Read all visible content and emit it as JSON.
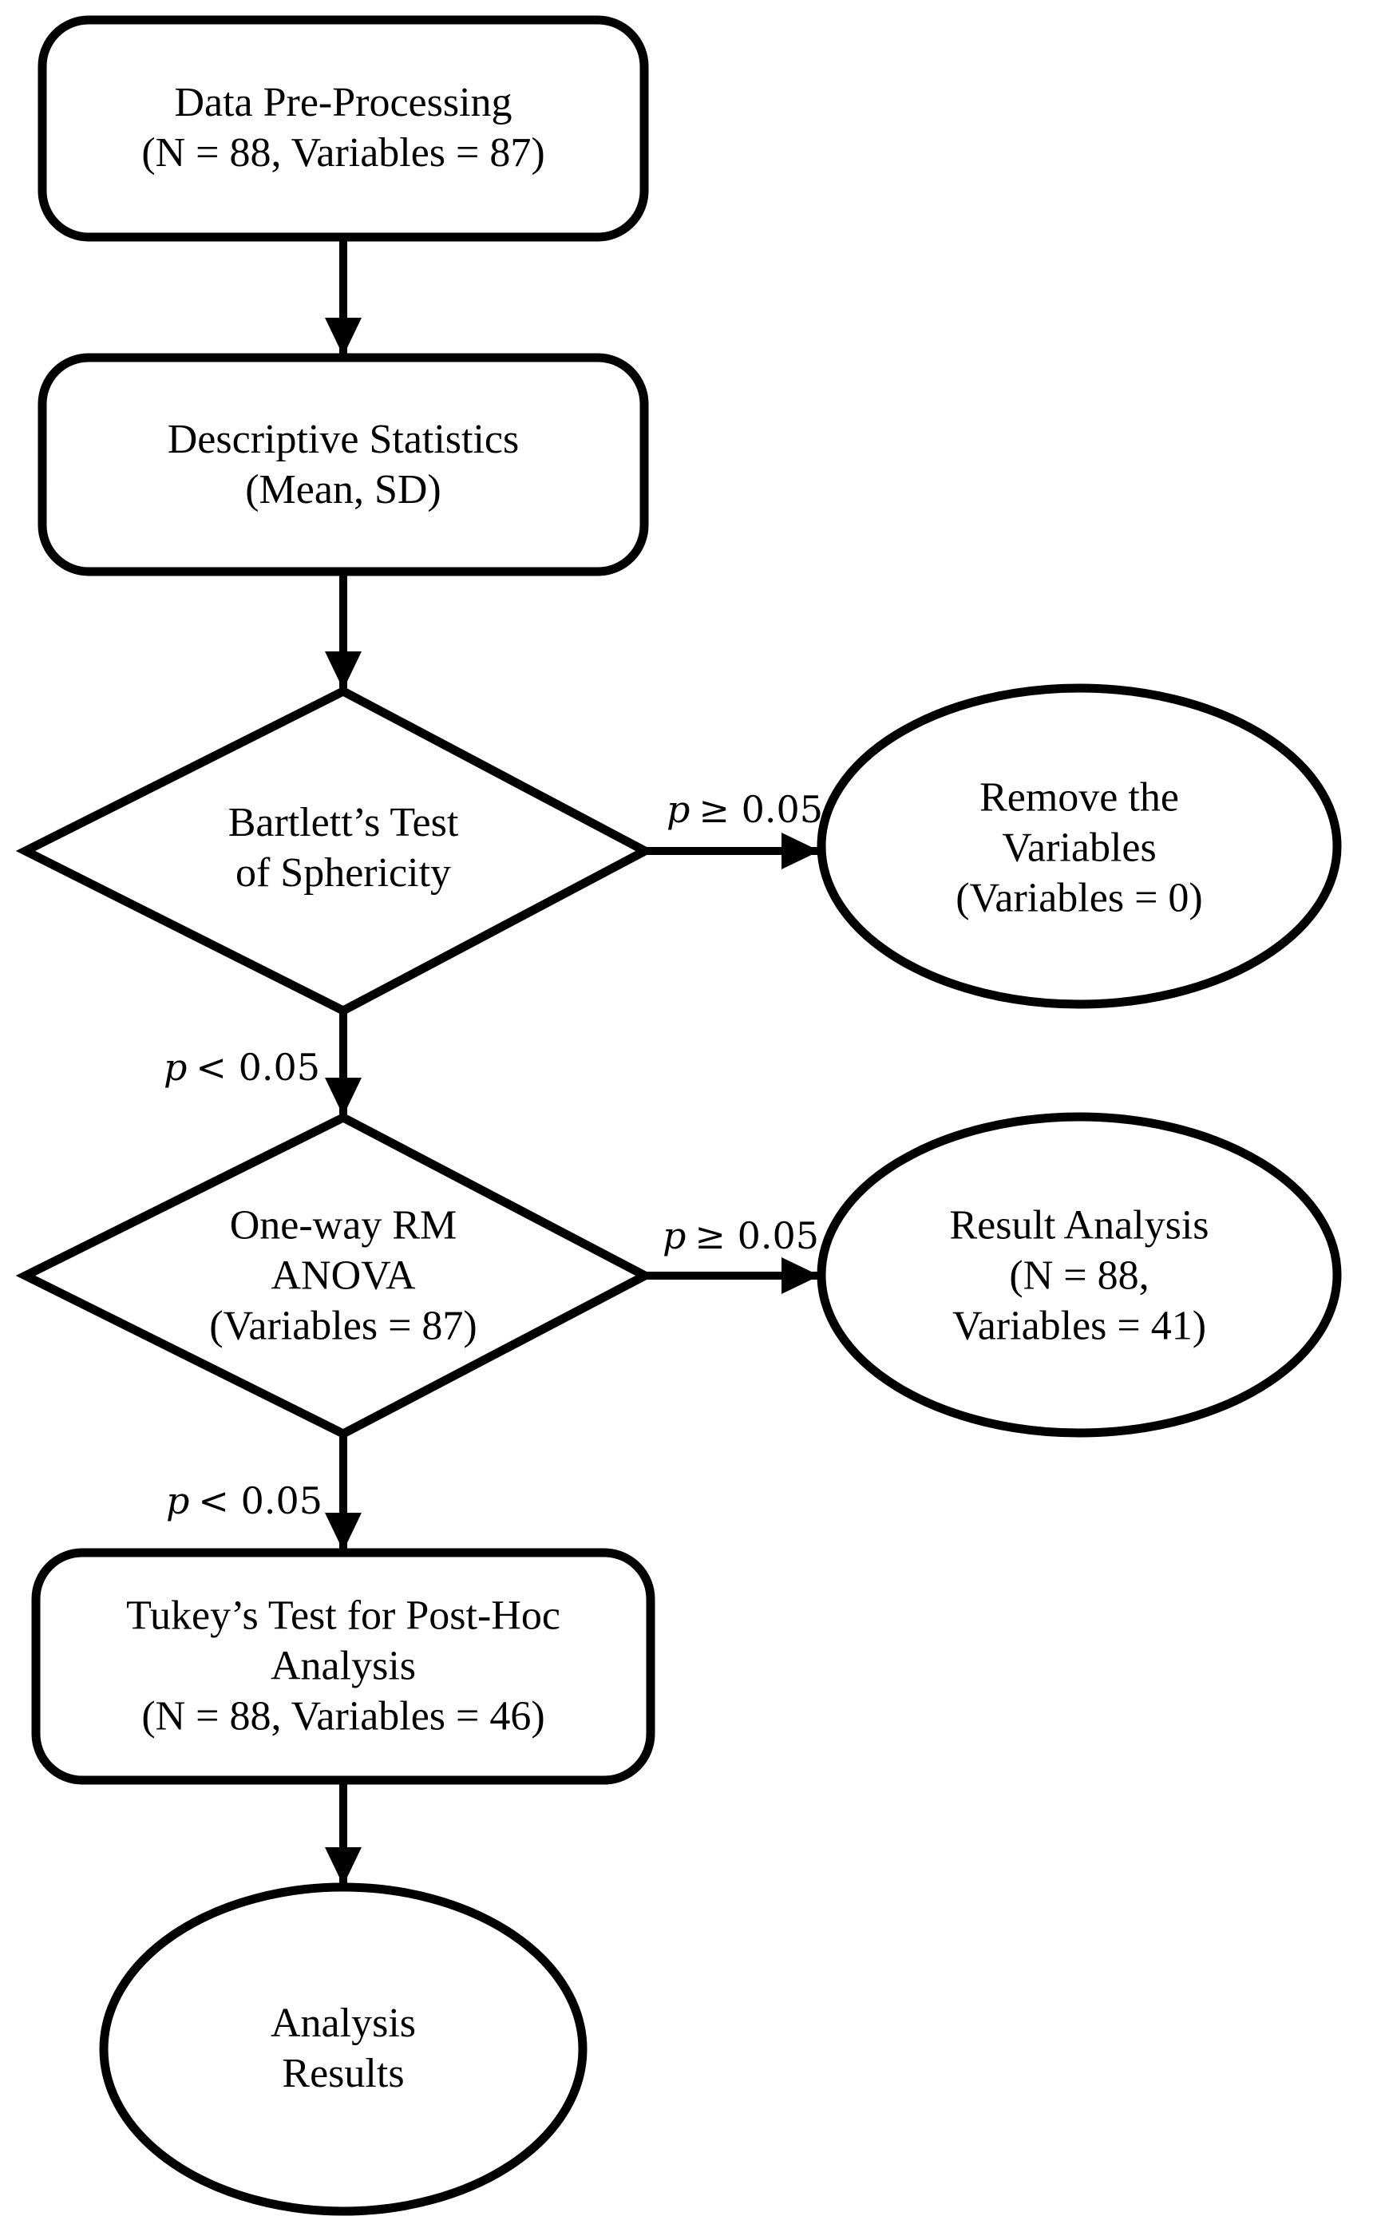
{
  "colors": {
    "ink": "#000000",
    "paper": "#ffffff"
  },
  "nodes": {
    "preprocessing": {
      "shape": "rounded-rectangle",
      "lines": [
        "Data Pre-Processing",
        "(N = 88, Variables = 87)"
      ]
    },
    "descriptive_stats": {
      "shape": "rounded-rectangle",
      "lines": [
        "Descriptive Statistics",
        "(Mean, SD)"
      ]
    },
    "bartlett_test": {
      "shape": "diamond",
      "lines": [
        "Bartlett’s Test",
        "of Sphericity"
      ]
    },
    "remove_variables": {
      "shape": "ellipse",
      "lines": [
        "Remove the",
        "Variables",
        "(Variables = 0)"
      ]
    },
    "rm_anova": {
      "shape": "diamond",
      "lines": [
        "One-way RM",
        "ANOVA",
        "(Variables = 87)"
      ]
    },
    "result_analysis": {
      "shape": "ellipse",
      "lines": [
        "Result Analysis",
        "(N = 88,",
        "Variables = 41)"
      ]
    },
    "tukey_posthoc": {
      "shape": "rounded-rectangle",
      "lines": [
        "Tukey’s Test for Post-Hoc",
        "Analysis",
        "(N = 88, Variables = 46)"
      ]
    },
    "analysis_results": {
      "shape": "ellipse",
      "lines": [
        "Analysis",
        "Results"
      ]
    }
  },
  "edge_labels": {
    "bartlett_not_significant": {
      "var": "p",
      "cond": "≥ 0.05"
    },
    "bartlett_significant": {
      "var": "p",
      "cond": "< 0.05"
    },
    "anova_not_significant": {
      "var": "p",
      "cond": "≥ 0.05"
    },
    "anova_significant": {
      "var": "p",
      "cond": "< 0.05"
    }
  }
}
